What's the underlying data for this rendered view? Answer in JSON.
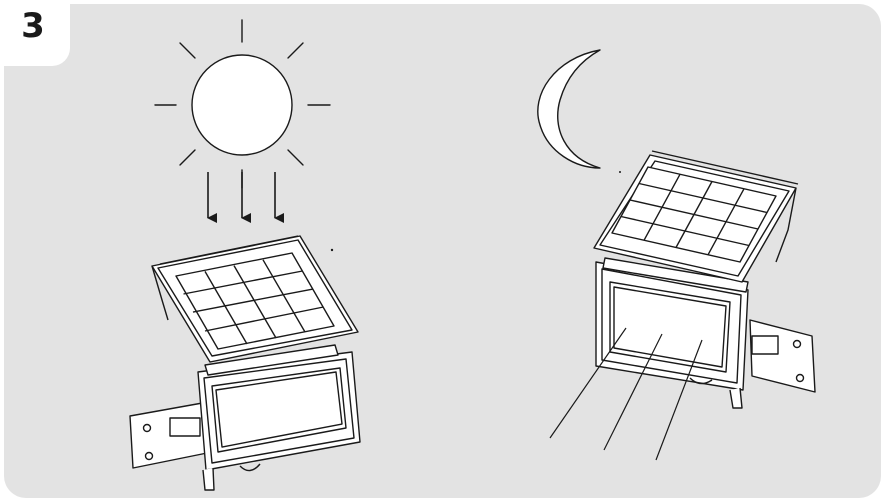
{
  "step": {
    "number": "3"
  },
  "scene": {
    "day": {
      "icon": "sun-icon",
      "charging_arrows": 3
    },
    "night": {
      "icon": "crescent-moon-icon",
      "light_beams": 3
    }
  },
  "colors": {
    "background": "#e3e3e3",
    "line": "#1a1a1a",
    "frame": "#ffffff"
  }
}
